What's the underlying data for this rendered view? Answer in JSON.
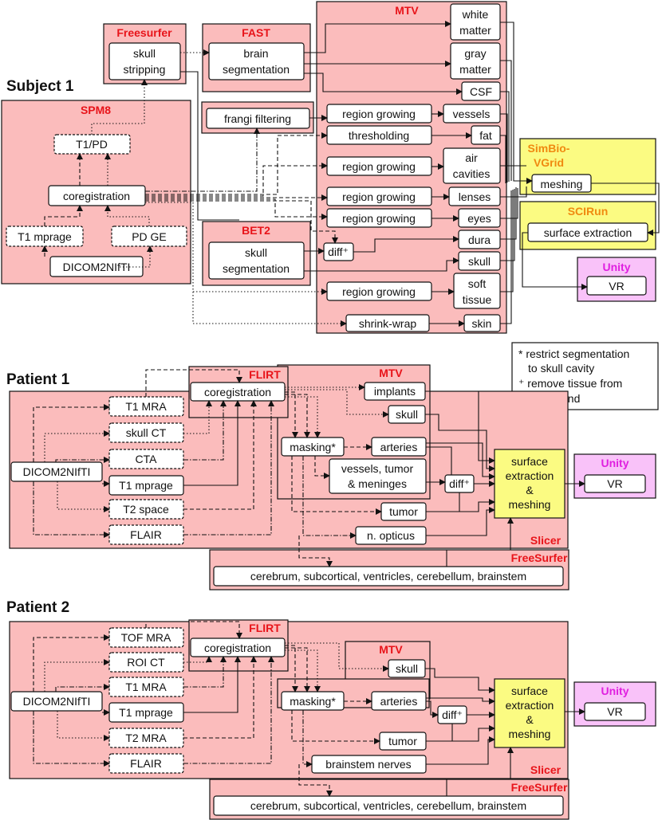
{
  "sections": {
    "subject1": "Subject 1",
    "patient1": "Patient 1",
    "patient2": "Patient 2"
  },
  "colors": {
    "tool_box": "#fbbcbc",
    "simbio_box": "#fbfb82",
    "unity_box": "#f9c2f9",
    "tool_title_red": "#e8141a",
    "tool_title_orange": "#f08a10",
    "tool_title_magenta": "#e020e0"
  },
  "subject1": {
    "spm8": "SPM8",
    "t1pd": "T1/PD",
    "coregistration": "coregistration",
    "t1mprage": "T1 mprage",
    "pdge": "PD GE",
    "dicom2nifti": "DICOM2NIfTI",
    "freesurfer": "Freesurfer",
    "skull_stripping_1": "skull",
    "skull_stripping_2": "stripping",
    "fast": "FAST",
    "brain_seg_1": "brain",
    "brain_seg_2": "segmentation",
    "mtv": "MTV",
    "white_matter_1": "white",
    "white_matter_2": "matter",
    "gray_matter_1": "gray",
    "gray_matter_2": "matter",
    "csf": "CSF",
    "frangi": "frangi filtering",
    "region_growing": "region growing",
    "thresholding": "thresholding",
    "vessels": "vessels",
    "fat": "fat",
    "air_cavities_1": "air",
    "air_cavities_2": "cavities",
    "lenses": "lenses",
    "eyes": "eyes",
    "diff": "diff⁺",
    "dura": "dura",
    "bet2": "BET2",
    "skull_seg_1": "skull",
    "skull_seg_2": "segmentation",
    "skull": "skull",
    "soft_tissue_1": "soft",
    "soft_tissue_2": "tissue",
    "shrink_wrap": "shrink-wrap",
    "skin": "skin",
    "simbio_1": "SimBio-",
    "simbio_2": "VGrid",
    "meshing": "meshing",
    "scirun": "SCIRun",
    "surface_extraction": "surface extraction",
    "unity": "Unity",
    "vr": "VR"
  },
  "legend": {
    "line1": "* restrict segmentation",
    "line2": "to skull cavity",
    "line3": "⁺ remove tissue from",
    "line4": "compound"
  },
  "patient1": {
    "flirt": "FLIRT",
    "coregistration": "coregistration",
    "mtv": "MTV",
    "implants": "implants",
    "skull": "skull",
    "t1mra": "T1 MRA",
    "skullct": "skull CT",
    "cta": "CTA",
    "t1mprage": "T1 mprage",
    "t2space": "T2 space",
    "flair": "FLAIR",
    "dicom2nifti": "DICOM2NIfTI",
    "masking": "masking*",
    "arteries": "arteries",
    "vessels_1": "vessels, tumor",
    "vessels_2": "& meninges",
    "diff": "diff⁺",
    "tumor": "tumor",
    "nopticus": "n. opticus",
    "surf_1": "surface",
    "surf_2": "extraction",
    "surf_3": "&",
    "surf_4": "meshing",
    "unity": "Unity",
    "vr": "VR",
    "slicer": "Slicer",
    "freesurfer": "FreeSurfer",
    "freesurfer_output": "cerebrum, subcortical, ventricles, cerebellum, brainstem"
  },
  "patient2": {
    "flirt": "FLIRT",
    "coregistration": "coregistration",
    "mtv": "MTV",
    "skull": "skull",
    "tofmra": "TOF MRA",
    "roict": "ROI CT",
    "t1mra": "T1 MRA",
    "t1mprage": "T1 mprage",
    "t2mra": "T2 MRA",
    "flair": "FLAIR",
    "dicom2nifti": "DICOM2NIfTI",
    "masking": "masking*",
    "arteries": "arteries",
    "diff": "diff⁺",
    "tumor": "tumor",
    "brainstem": "brainstem nerves",
    "surf_1": "surface",
    "surf_2": "extraction",
    "surf_3": "&",
    "surf_4": "meshing",
    "unity": "Unity",
    "vr": "VR",
    "slicer": "Slicer",
    "freesurfer": "FreeSurfer",
    "freesurfer_output": "cerebrum, subcortical, ventricles, cerebellum, brainstem"
  }
}
